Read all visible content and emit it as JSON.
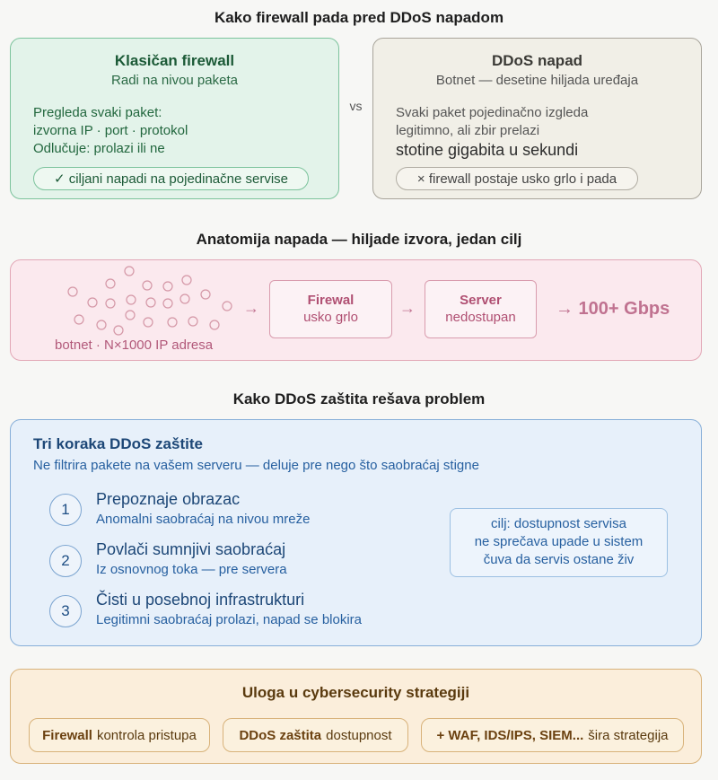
{
  "section1": {
    "title": "Kako firewall pada pred DDoS napadom",
    "vs": "vs",
    "firewall": {
      "heading": "Klasičan firewall",
      "subheading": "Radi na nivou paketa",
      "lines": [
        "Pregleda svaki paket:",
        "izvorna IP · port · protokol",
        "Odlučuje: prolazi ili ne"
      ],
      "badge": "✓ ciljani napadi na pojedinačne servise"
    },
    "ddos": {
      "heading": "DDoS napad",
      "subheading": "Botnet — desetine hiljada uređaja",
      "lines": [
        "Svaki paket pojedinačno izgleda",
        "legitimno, ali zbir prelazi"
      ],
      "emphasis": "stotine gigabita u sekundi",
      "badge": "× firewall postaje usko grlo i pada"
    }
  },
  "section2": {
    "title": "Anatomija napada — hiljade izvora, jedan cilj",
    "botnet_label": "botnet · N×1000 IP adresa",
    "arrow": "→",
    "firewall_box": {
      "title": "Firewal",
      "subtitle": "usko grlo"
    },
    "server_box": {
      "title": "Server",
      "subtitle": "nedostupan"
    },
    "traffic": "→ 100+ Gbps"
  },
  "section3": {
    "title": "Kako DDoS zaštita rešava problem",
    "heading": "Tri koraka DDoS zaštite",
    "subheading": "Ne filtrira pakete na vašem serveru — deluje pre nego što saobraćaj stigne",
    "steps": [
      {
        "num": "1",
        "title": "Prepoznaje obrazac",
        "desc": "Anomalni saobraćaj na nivou mreže"
      },
      {
        "num": "2",
        "title": "Povlači sumnjivi saobraćaj",
        "desc": "Iz osnovnog toka — pre servera"
      },
      {
        "num": "3",
        "title": "Čisti u posebnoj infrastrukturi",
        "desc": "Legitimni saobraćaj prolazi, napad se blokira"
      }
    ],
    "goal": [
      "cilj: dostupnost servisa",
      "ne sprečava upade u sistem",
      "čuva da servis ostane živ"
    ]
  },
  "section4": {
    "title": "Uloga u cybersecurity strategiji",
    "chips": [
      {
        "bold": "Firewall",
        "text": "kontrola pristupa"
      },
      {
        "bold": "DDoS zaštita",
        "text": "dostupnost"
      },
      {
        "bold": "+ WAF, IDS/IPS, SIEM...",
        "text": "šira strategija"
      }
    ]
  },
  "colors": {
    "green": "#e3f3ea",
    "beige": "#f1efe7",
    "pink": "#fbe9ee",
    "blue": "#e7f0fa",
    "orange": "#fbeedb"
  }
}
